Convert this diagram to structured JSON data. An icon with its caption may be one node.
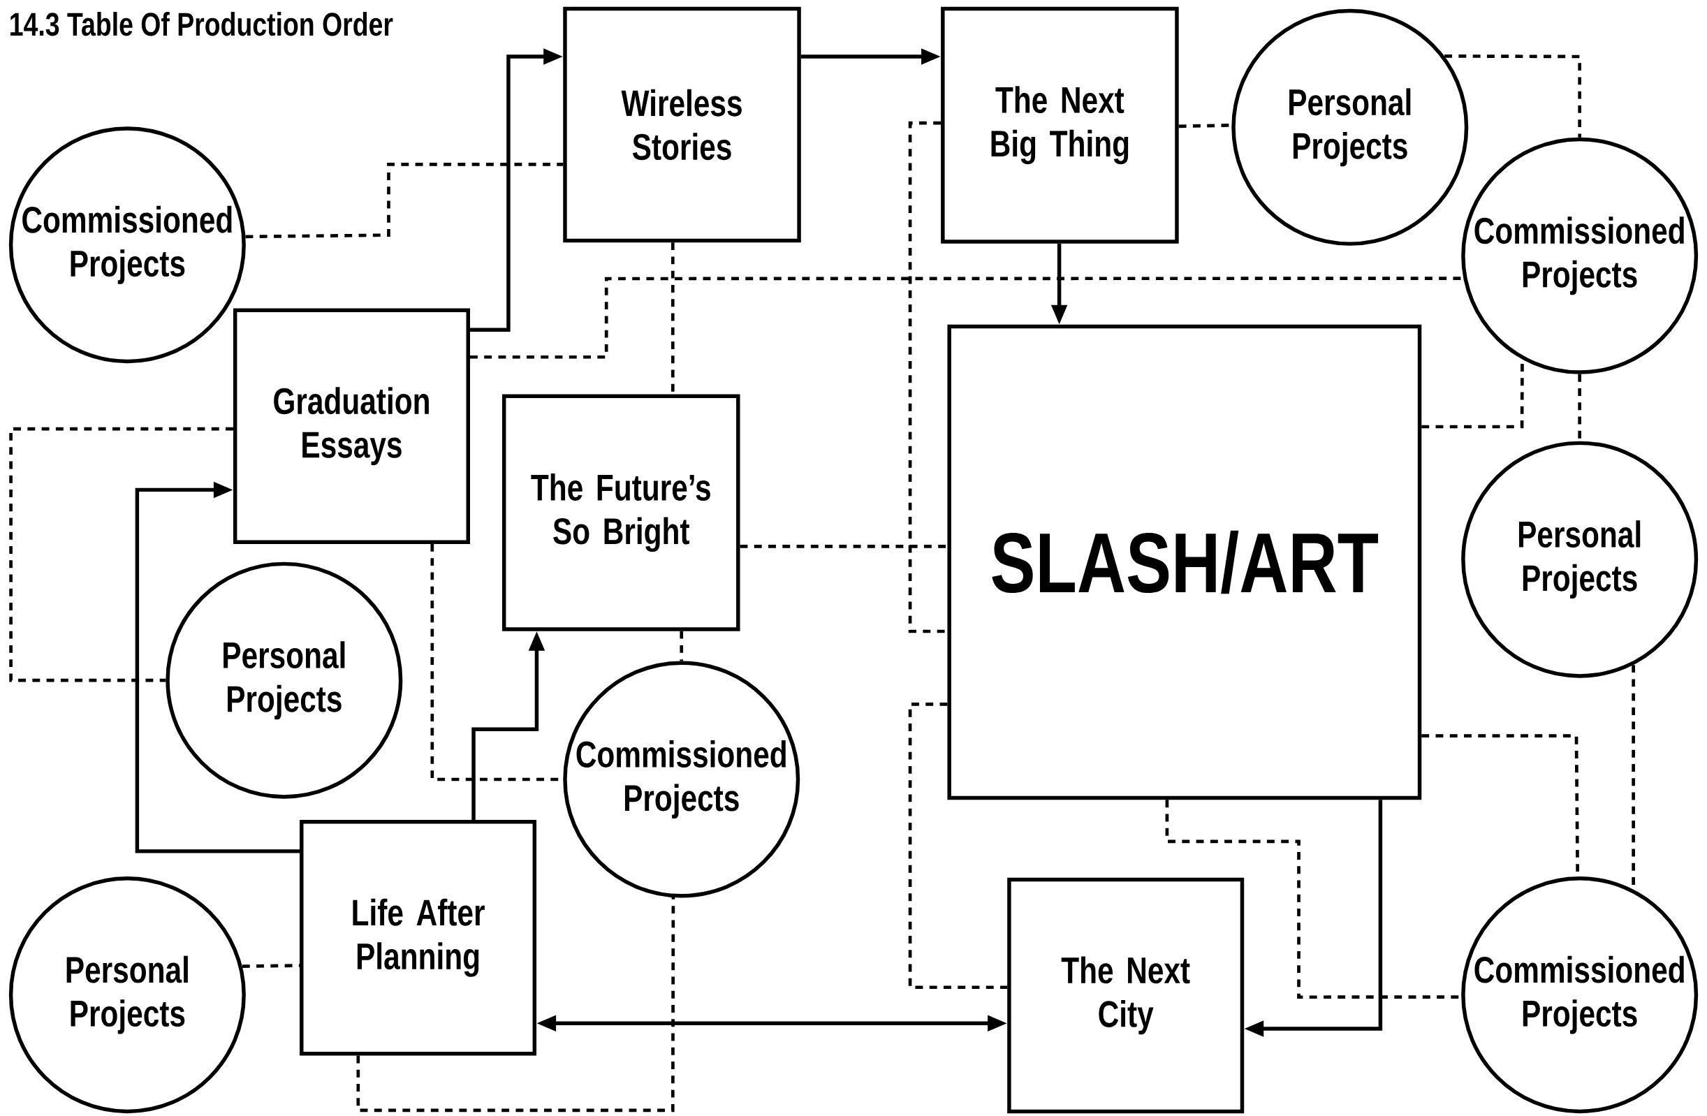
{
  "diagram": {
    "title": "14.3 Table Of Production Order",
    "nodes": [
      {
        "text": [
          "Wireless Stories"
        ]
      },
      {
        "text": [
          "The Next Big Thing"
        ]
      },
      {
        "text": [
          "Personal Projects"
        ]
      },
      {
        "text": [
          "Commissioned Projects"
        ]
      },
      {
        "text": [
          "Commissioned Projects"
        ]
      },
      {
        "text": [
          "Graduation Essays"
        ]
      },
      {
        "text": [
          "The Future’s So Bright"
        ]
      },
      {
        "text": [
          "SLASH/ART"
        ]
      },
      {
        "text": [
          "Personal Projects"
        ]
      },
      {
        "text": [
          "Personal Projects"
        ]
      },
      {
        "text": [
          "Commissioned Projects"
        ]
      },
      {
        "text": [
          "Life After Planning"
        ]
      },
      {
        "text": [
          "Personal Projects"
        ]
      },
      {
        "text": [
          "The Next City"
        ]
      },
      {
        "text": [
          "Commissioned Projects"
        ]
      }
    ],
    "edges": [
      {
        "from": 5,
        "to": 0,
        "arrow": "to"
      },
      {
        "from": 0,
        "to": 1,
        "arrow": "to"
      },
      {
        "from": 1,
        "to": 7,
        "arrow": "to"
      },
      {
        "from": 11,
        "to": 5,
        "arrow": "to"
      },
      {
        "from": 11,
        "to": 6,
        "arrow": "to"
      },
      {
        "from": 11,
        "to": 13,
        "arrow": "both"
      },
      {
        "from": 7,
        "to": 13,
        "arrow": "to"
      },
      {
        "from": 3,
        "to": 0,
        "arrow": "none",
        "style": "dashed"
      },
      {
        "from": 0,
        "to": 6,
        "arrow": "none",
        "style": "dashed"
      },
      {
        "from": 1,
        "to": 2,
        "arrow": "none",
        "style": "dashed"
      },
      {
        "from": 2,
        "to": 4,
        "arrow": "none",
        "style": "dashed"
      },
      {
        "from": 5,
        "to": 4,
        "arrow": "none",
        "style": "dashed"
      },
      {
        "from": 5,
        "to": 9,
        "arrow": "none",
        "style": "dashed"
      },
      {
        "from": 5,
        "to": 10,
        "arrow": "none",
        "style": "dashed"
      },
      {
        "from": 6,
        "to": 7,
        "arrow": "none",
        "style": "dashed"
      },
      {
        "from": 6,
        "to": 10,
        "arrow": "none",
        "style": "dashed"
      },
      {
        "from": 1,
        "to": 7,
        "arrow": "none",
        "style": "dashed"
      },
      {
        "from": 4,
        "to": 8,
        "arrow": "none",
        "style": "dashed"
      },
      {
        "from": 7,
        "to": 4,
        "arrow": "none",
        "style": "dashed"
      },
      {
        "from": 7,
        "to": 13,
        "arrow": "none",
        "style": "dashed"
      },
      {
        "from": 7,
        "to": 14,
        "arrow": "none",
        "style": "dashed"
      },
      {
        "from": 7,
        "to": 14,
        "arrow": "none",
        "style": "dashed"
      },
      {
        "from": 8,
        "to": 14,
        "arrow": "none",
        "style": "dashed"
      },
      {
        "from": 12,
        "to": 11,
        "arrow": "none",
        "style": "dashed"
      },
      {
        "from": 11,
        "to": 10,
        "arrow": "none",
        "style": "dashed"
      }
    ]
  }
}
